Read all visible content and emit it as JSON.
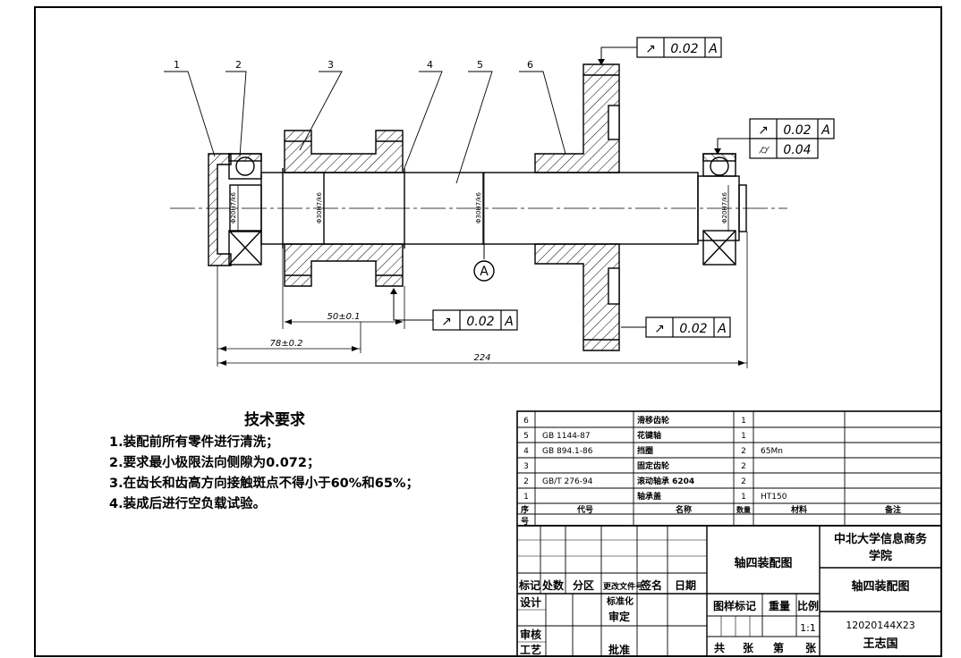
{
  "parts": [
    {
      "no": "6",
      "code": "",
      "name": "滑移齿轮",
      "qty": "1",
      "material": "",
      "note": ""
    },
    {
      "no": "5",
      "code": "GB 1144-87",
      "name": "花键轴",
      "qty": "1",
      "material": "",
      "note": ""
    },
    {
      "no": "4",
      "code": "GB 894.1-86",
      "name": "挡圈",
      "qty": "2",
      "material": "65Mn",
      "note": ""
    },
    {
      "no": "3",
      "code": "",
      "name": "固定齿轮",
      "qty": "2",
      "material": "",
      "note": ""
    },
    {
      "no": "2",
      "code": "GB/T 276-94",
      "name": "滚动轴承 6204",
      "qty": "2",
      "material": "",
      "note": ""
    },
    {
      "no": "1",
      "code": "",
      "name": "轴承盖",
      "qty": "1",
      "material": "HT150",
      "note": ""
    }
  ],
  "bom_header": {
    "no_a": "序",
    "no_b": "号",
    "code": "代号",
    "name": "名称",
    "qty": "数量",
    "material": "材料",
    "note": "备注"
  },
  "title_block": {
    "drawing_name": "轴四装配图",
    "school_line1": "中北大学信息商务",
    "school_line2": "学院",
    "drawing_title": "轴四装配图",
    "rev_labels": [
      "标记",
      "处数",
      "分区",
      "更改文件号",
      "签名",
      "日期"
    ],
    "design": "设计",
    "standard_a": "标准化",
    "check": "审定",
    "review": "审核",
    "process": "工艺",
    "approve": "批准",
    "sample_mark": "图样标记",
    "weight": "重量",
    "scale_label": "比例",
    "scale": "1:1",
    "total": "共",
    "sheets": "张",
    "nth": "第",
    "sheet": "张",
    "student_id": "12020144X23",
    "author": "王志国"
  },
  "tech": {
    "title": "技术要求",
    "items": [
      "1.装配前所有零件进行清洗；",
      "2.要求最小极限法向侧隙为0.072；",
      "3.在齿长和齿高方向接触斑点不得小于60%和65%；",
      "4.装成后进行空负载试验。"
    ]
  },
  "balloons": [
    "1",
    "2",
    "3",
    "4",
    "5",
    "6"
  ],
  "view_label": "A",
  "dims": {
    "d1": "50±0.1",
    "d2": "78±0.2",
    "d3": "224"
  },
  "fits": [
    "Φ20H7/k6",
    "Φ30H7/k6",
    "Φ30H7/k6",
    "Φ20H7/k6"
  ],
  "tolerances": [
    {
      "sym": "↗",
      "val": "0.02",
      "datum": "A"
    },
    {
      "sym": "↗",
      "val": "0.02",
      "datum": "A"
    },
    {
      "sym": "⌭",
      "val": "0.04",
      "datum": ""
    },
    {
      "sym": "↗",
      "val": "0.02",
      "datum": "A"
    },
    {
      "sym": "↗",
      "val": "0.02",
      "datum": "A"
    }
  ]
}
